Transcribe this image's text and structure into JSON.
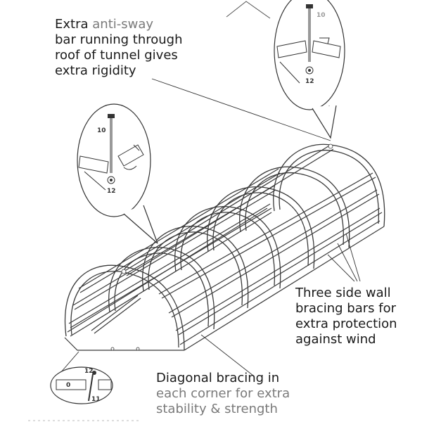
{
  "callouts": {
    "anti_sway": {
      "line1_dark": "Extra ",
      "line1_gray": "anti-sway",
      "line2": "bar running through",
      "line3": "roof of tunnel gives",
      "line4": "extra rigidity"
    },
    "side_wall": {
      "line1": "Three side wall",
      "line2": "bracing bars for",
      "line3": "extra protection",
      "line4": "against wind"
    },
    "diagonal": {
      "line1": "Diagonal bracing in",
      "line2": "each corner for extra",
      "line3": "stability & strength"
    }
  },
  "part_numbers": {
    "top_detail_bolt": "10",
    "top_detail_nut": "12",
    "left_detail_bolt": "10",
    "left_detail_nut": "12",
    "corner_detail_nut": "12",
    "corner_detail_bolt": "11",
    "corner_detail_pipe": "0"
  },
  "colors": {
    "line": "#3a3a3a",
    "tube_fill": "#ffffff",
    "gray_text": "#7a7a7a"
  }
}
